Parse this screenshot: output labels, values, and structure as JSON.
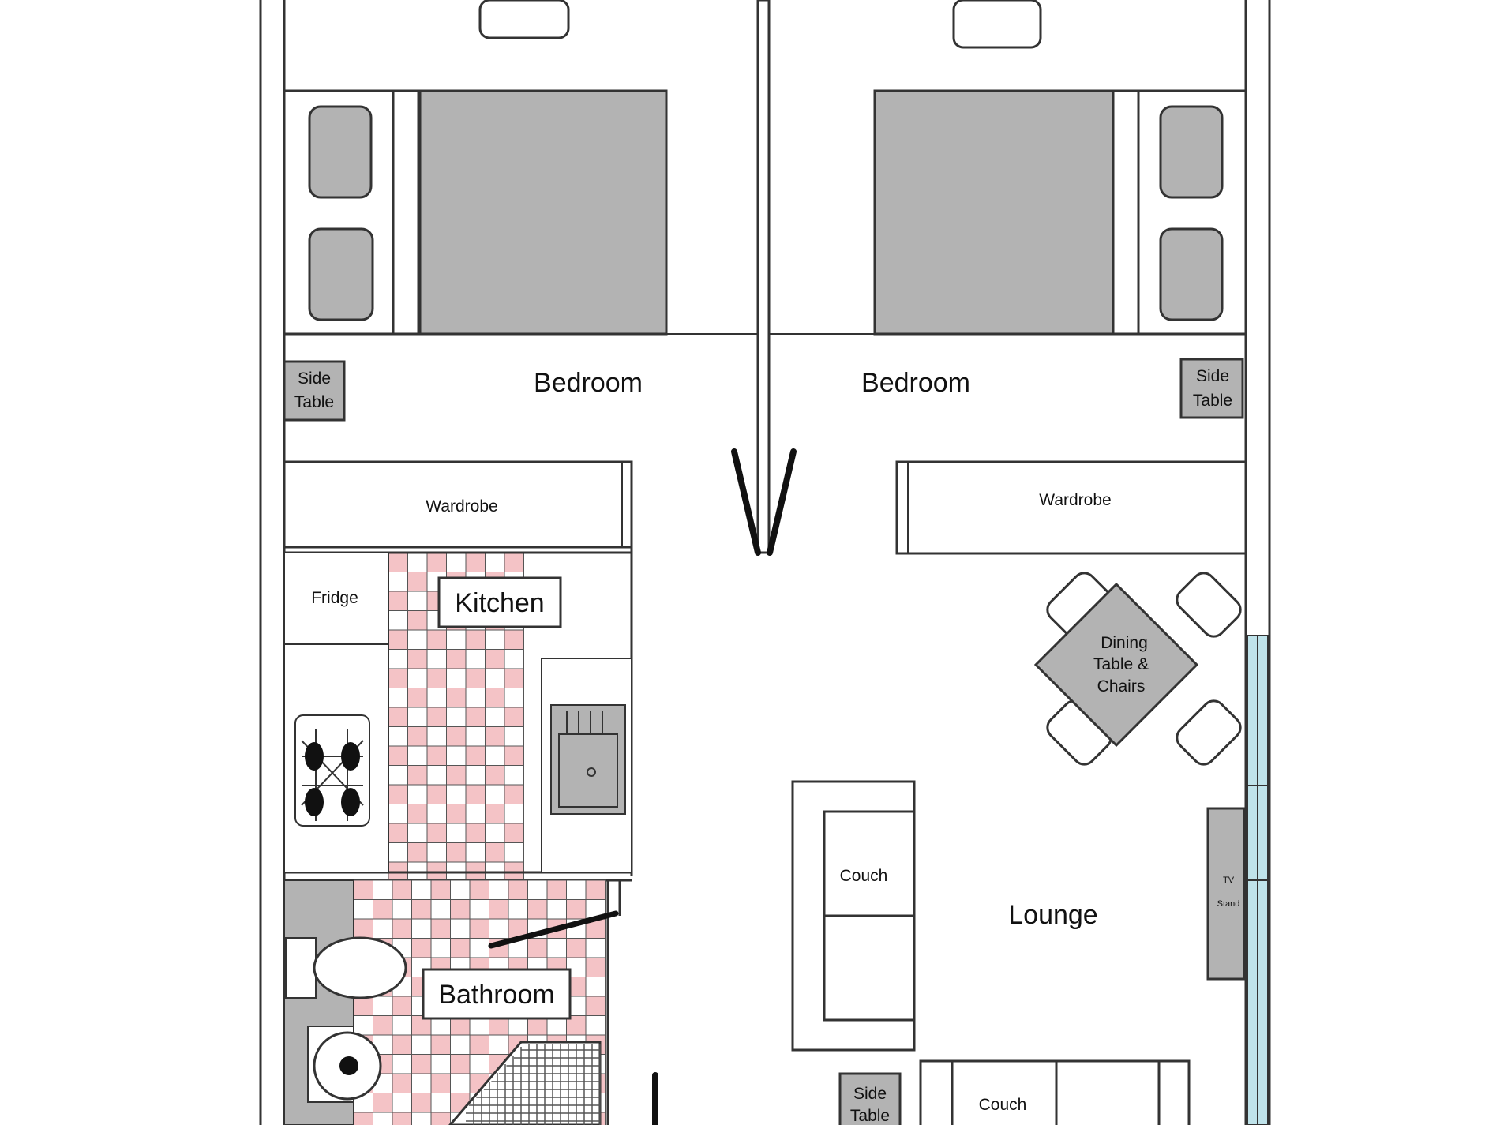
{
  "rooms": {
    "bedroom_left": "Bedroom",
    "bedroom_right": "Bedroom",
    "kitchen": "Kitchen",
    "bathroom": "Bathroom",
    "lounge": "Lounge"
  },
  "furniture": {
    "side_table_left_l1": "Side",
    "side_table_left_l2": "Table",
    "side_table_right_l1": "Side",
    "side_table_right_l2": "Table",
    "wardrobe_left": "Wardrobe",
    "wardrobe_right": "Wardrobe",
    "fridge": "Fridge",
    "dining_l1": "Dining",
    "dining_l2": "Table &",
    "dining_l3": "Chairs",
    "couch_left": "Couch",
    "couch_bottom": "Couch",
    "tv_stand_l1": "TV",
    "tv_stand_l2": "Stand",
    "side_table_bottom_l1": "Side",
    "side_table_bottom_l2": "Table"
  },
  "colors": {
    "wall": "#333333",
    "furniture_fill": "#b3b3b3",
    "tile_pink": "#f4c3c6",
    "window_blue": "#bfe3ea",
    "background": "#ffffff"
  }
}
